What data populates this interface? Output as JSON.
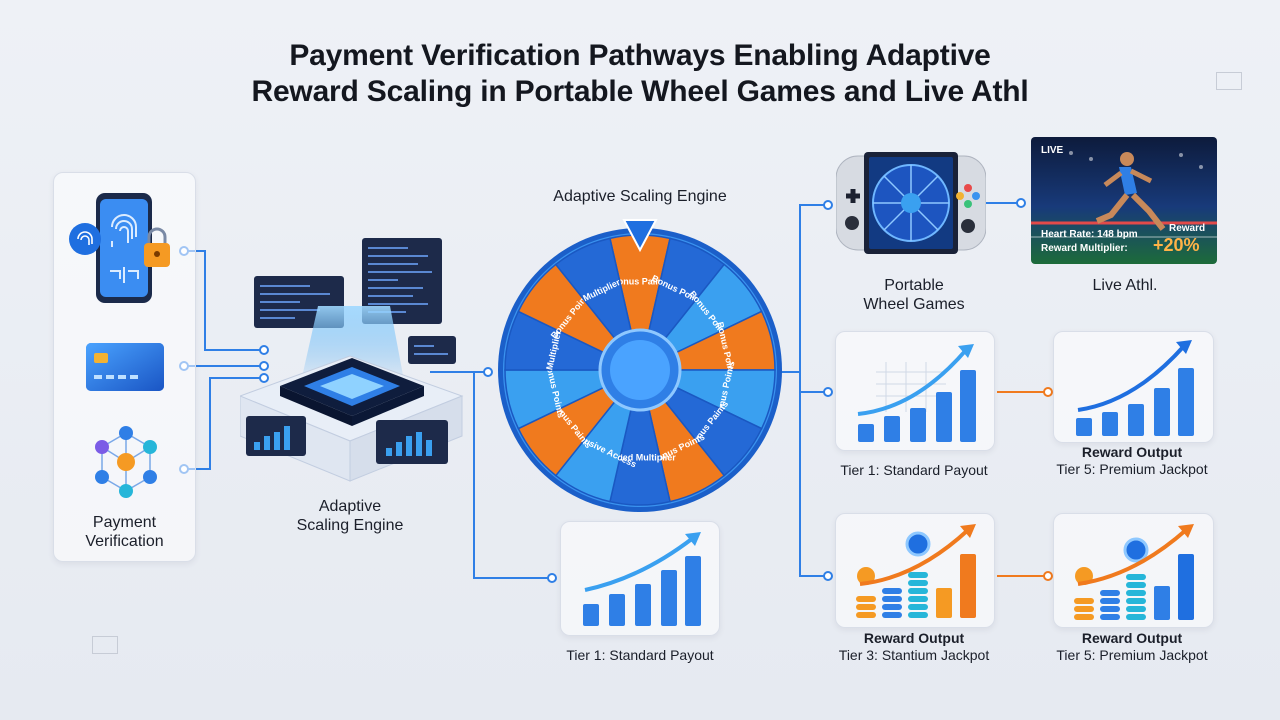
{
  "title_line1": "Payment Verification Pathways Enabling Adaptive",
  "title_line2": "Reward Scaling in Portable Wheel Games and Live Athl",
  "payment": {
    "label_line1": "Payment",
    "label_line2": "Verification"
  },
  "engine_left": {
    "label_line1": "Adaptive",
    "label_line2": "Scaling Engine"
  },
  "wheel": {
    "heading": "Adaptive Scaling Engine",
    "segments": [
      "Bonus Paints",
      "Bonus Points",
      "Bonus Points",
      "Bonus Points",
      "Bonus Points",
      "Bonus Paints",
      "Bonus Points",
      "Scaled Multiplier",
      "Exclusive Access",
      "Bonus Paints",
      "Bonus Points",
      "Multiplier",
      "Bonus Points",
      "Multiplier"
    ]
  },
  "devices": {
    "portable_line1": "Portable",
    "portable_line2": "Wheel Games",
    "live_label": "Live Athl.",
    "live_card": {
      "tag": "LIVE",
      "heart": "Heart Rate: 148 bpm",
      "multiplier": "Reward Multiplier:",
      "reward": "Reward",
      "boost": "+20%"
    }
  },
  "tiers": {
    "center_bottom": "Tier 1: Standard Payout",
    "mid_left": "Tier 1: Standard Payout",
    "mid_right_line1": "Reward Output",
    "mid_right_line2": "Tier 5: Premium Jackpot",
    "bot_left_line1": "Reward Output",
    "bot_left_line2": "Tier 3: Stantium Jackpot",
    "bot_right_line1": "Reward Output",
    "bot_right_line2": "Tier 5: Premium Jackpot"
  },
  "colors": {
    "blue": "#1f6fe0",
    "light_blue": "#3aa0f0",
    "orange": "#f07a1e",
    "dark": "#14171f"
  }
}
